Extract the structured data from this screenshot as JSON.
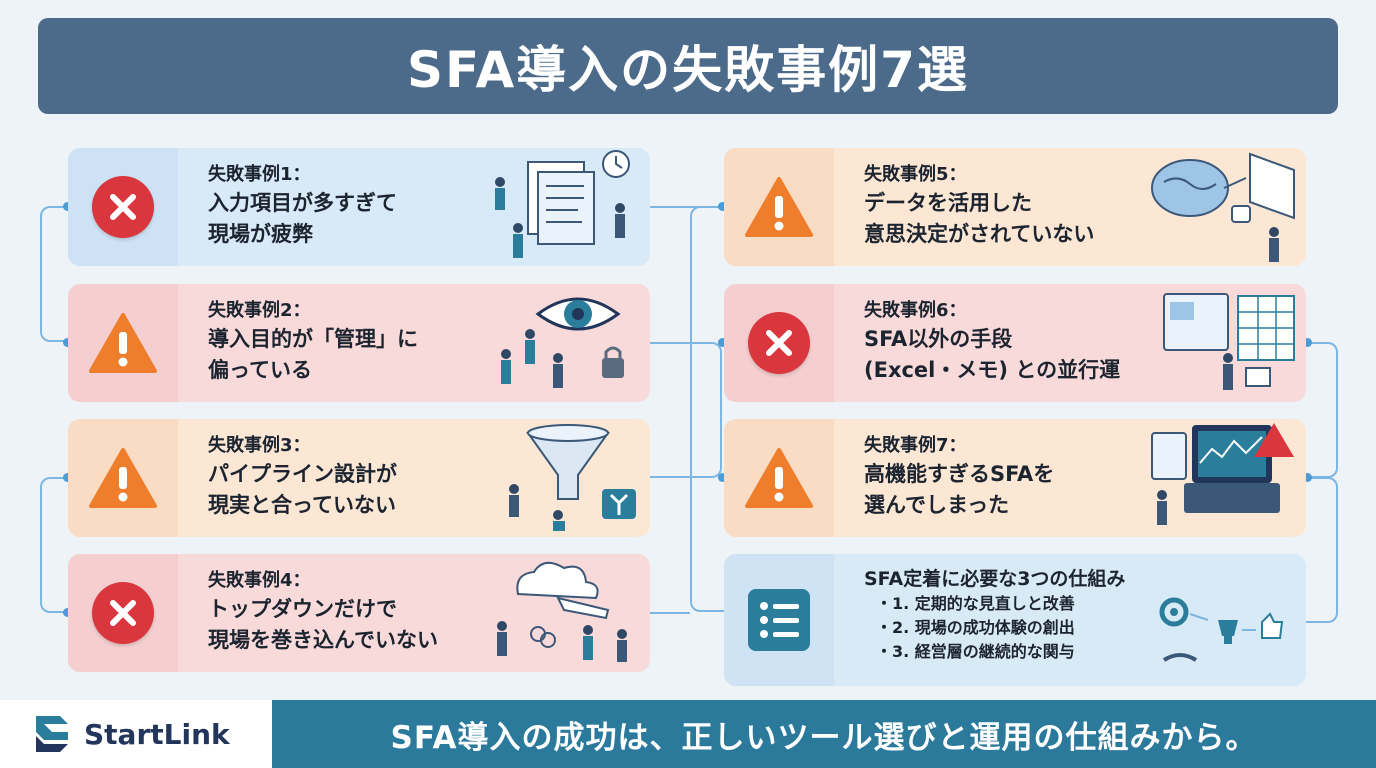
{
  "title": "SFA導入の失敗事例7選",
  "cases": [
    {
      "label": "失敗事例1：",
      "line1": "入力項目が多すぎて",
      "line2": "現場が疲弊",
      "icon": "x-circle-icon"
    },
    {
      "label": "失敗事例2：",
      "line1": "導入目的が「管理」に",
      "line2": "偏っている",
      "icon": "warning-icon"
    },
    {
      "label": "失敗事例3：",
      "line1": "パイプライン設計が",
      "line2": "現実と合っていない",
      "icon": "warning-icon"
    },
    {
      "label": "失敗事例4：",
      "line1": "トップダウンだけで",
      "line2": "現場を巻き込んでいない",
      "icon": "x-circle-icon"
    },
    {
      "label": "失敗事例5：",
      "line1": "データを活用した",
      "line2": "意思決定がされていない",
      "icon": "warning-icon"
    },
    {
      "label": "失敗事例6：",
      "line1": "SFA以外の手段",
      "line2": "(Excel・メモ) との並行運",
      "icon": "x-circle-icon"
    },
    {
      "label": "失敗事例7：",
      "line1": "高機能すぎるSFAを",
      "line2": "選んでしまった",
      "icon": "warning-icon"
    }
  ],
  "summary": {
    "title": "SFA定着に必要な3つの仕組み",
    "items": [
      "・1. 定期的な見直しと改善",
      "・2. 現場の成功体験の創出",
      "・3. 経営層の継続的な関与"
    ]
  },
  "footer": {
    "brand": "StartLink",
    "tagline": "SFA導入の成功は、正しいツール選びと運用の仕組みから。"
  },
  "colors": {
    "title_bar": "#4c6a8a",
    "footer_band": "#2b7a9c",
    "error_red": "#d9363e",
    "warning_orange": "#ee7d2c"
  }
}
